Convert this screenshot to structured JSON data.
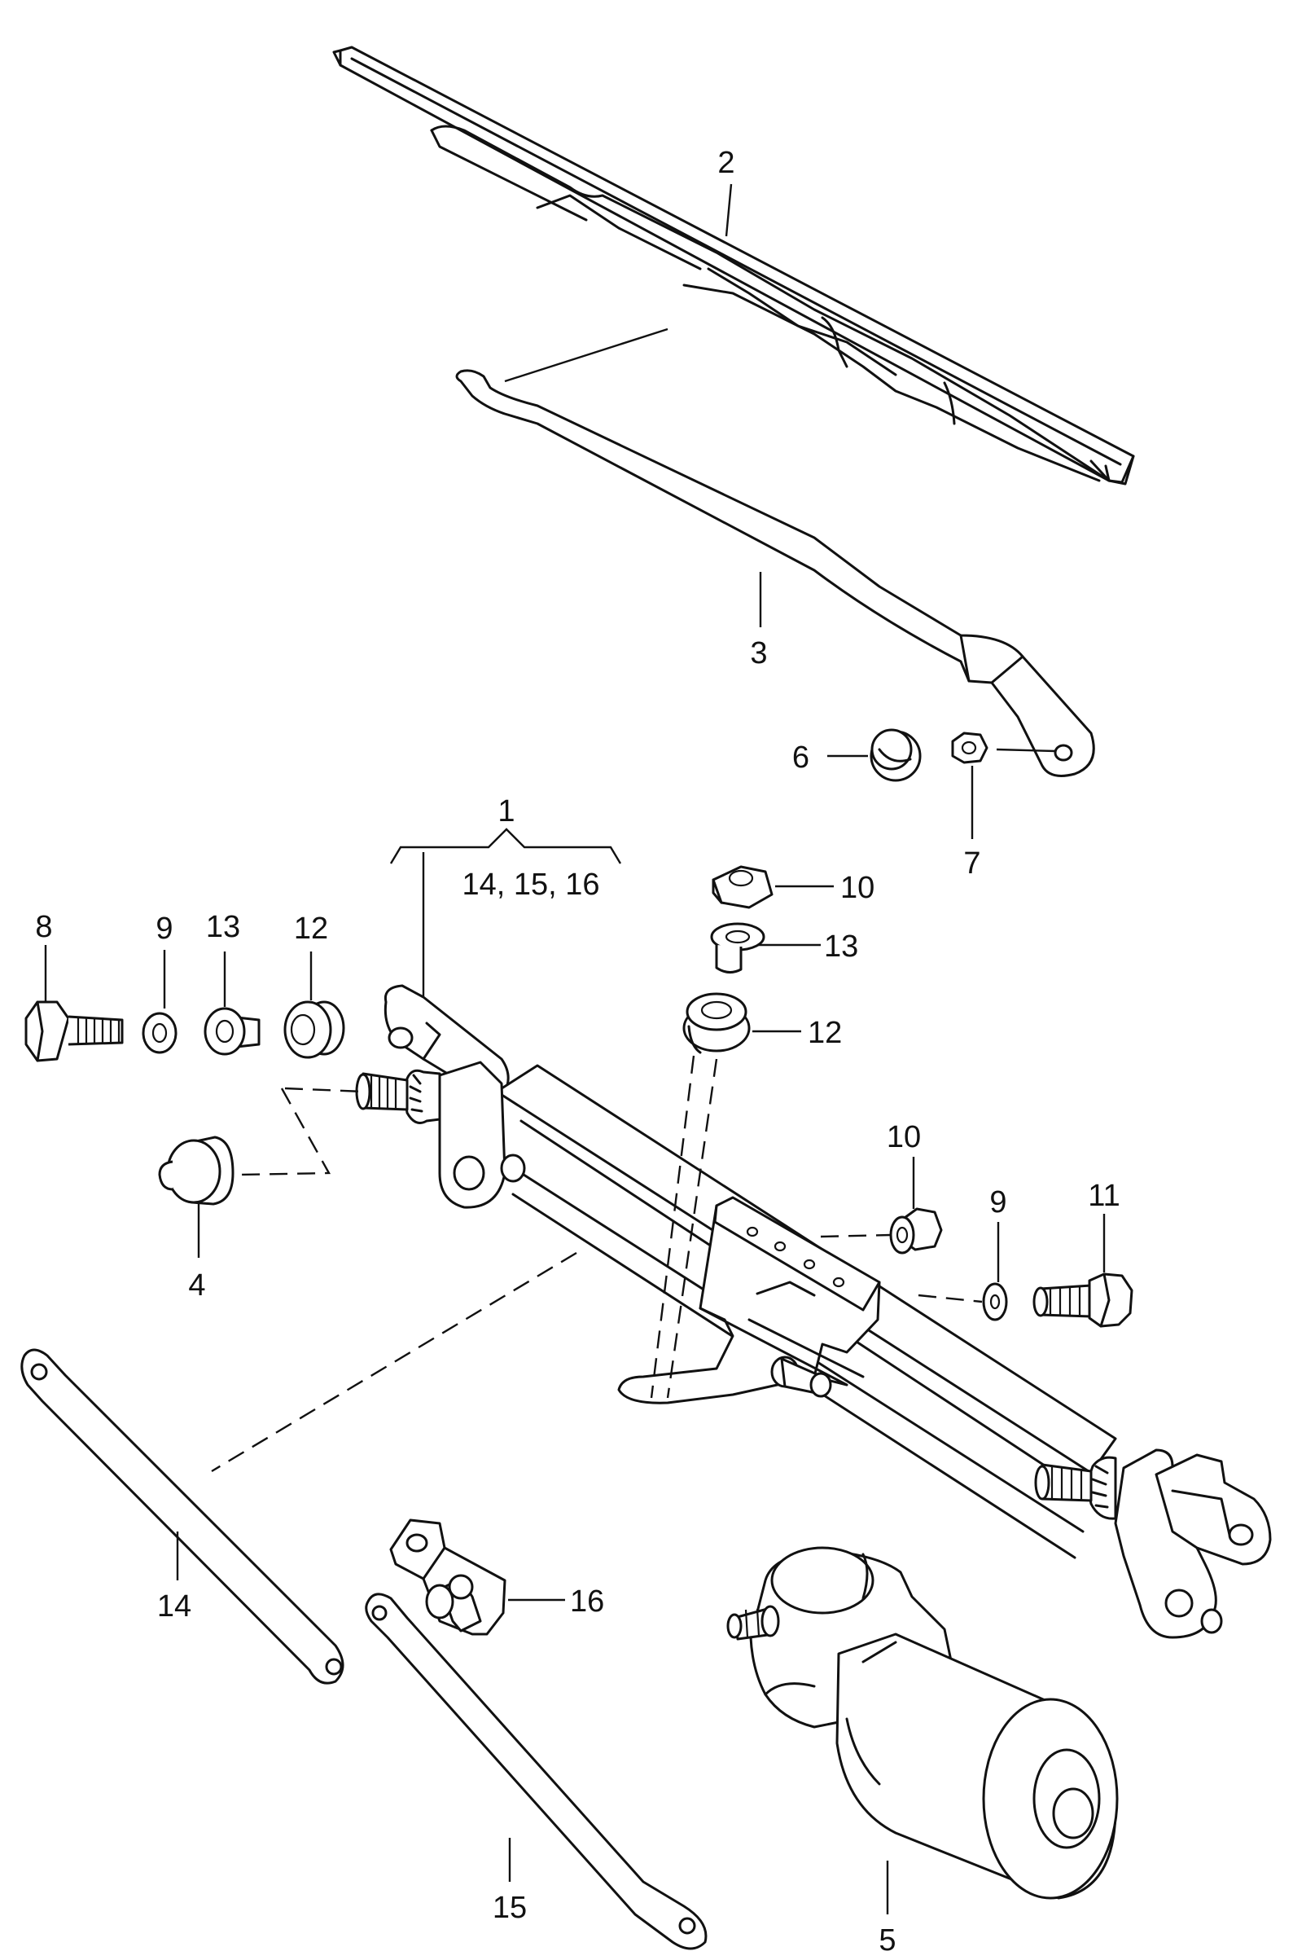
{
  "callouts": {
    "c1": "1",
    "c1_sub": "14, 15, 16",
    "c2": "2",
    "c3": "3",
    "c4": "4",
    "c5": "5",
    "c6": "6",
    "c7": "7",
    "c8": "8",
    "c9a": "9",
    "c9b": "9",
    "c10a": "10",
    "c10b": "10",
    "c11": "11",
    "c12a": "12",
    "c12b": "12",
    "c13a": "13",
    "c13b": "13",
    "c14": "14",
    "c15": "15",
    "c16": "16"
  }
}
